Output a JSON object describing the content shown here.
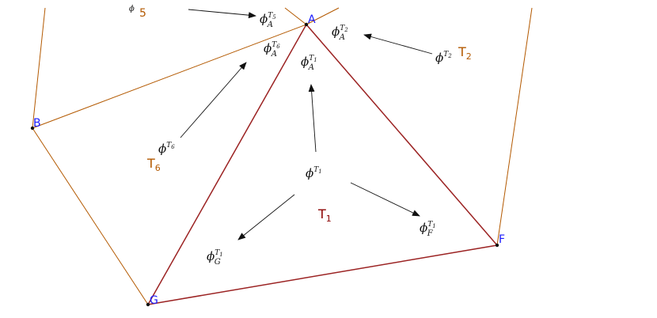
{
  "colors": {
    "dark_edge": "#9b2222",
    "orange_edge": "#b35900",
    "point_label": "#1a1aff",
    "arrow": "#111111"
  },
  "points": {
    "A": "A",
    "B": "B",
    "F": "F",
    "G": "G"
  },
  "triangles": {
    "t1": {
      "base": "T",
      "sub": "1"
    },
    "t2": {
      "base": "T",
      "sub": "2"
    },
    "t6": {
      "base": "T",
      "sub": "6"
    },
    "t5_partial": "5"
  },
  "functions": {
    "phi_symbol": "ϕ",
    "phi_A_T5": {
      "sup_base": "T",
      "sup_sub": "5",
      "sub": "A"
    },
    "phi_A_T2": {
      "sup_base": "T",
      "sup_sub": "2",
      "sub": "A"
    },
    "phi_A_T6": {
      "sup_base": "T",
      "sup_sub": "6",
      "sub": "A"
    },
    "phi_A_T1": {
      "sup_base": "T",
      "sup_sub": "1",
      "sub": "A"
    },
    "phi_T2": {
      "sup_base": "T",
      "sup_sub": "2"
    },
    "phi_T6": {
      "sup_base": "T",
      "sup_sub": "6"
    },
    "phi_T1": {
      "sup_base": "T",
      "sup_sub": "1"
    },
    "phi_F_T1": {
      "sup_base": "T",
      "sup_sub": "1",
      "sub": "F"
    },
    "phi_G_T1": {
      "sup_base": "T",
      "sup_sub": "1",
      "sub": "G"
    }
  }
}
